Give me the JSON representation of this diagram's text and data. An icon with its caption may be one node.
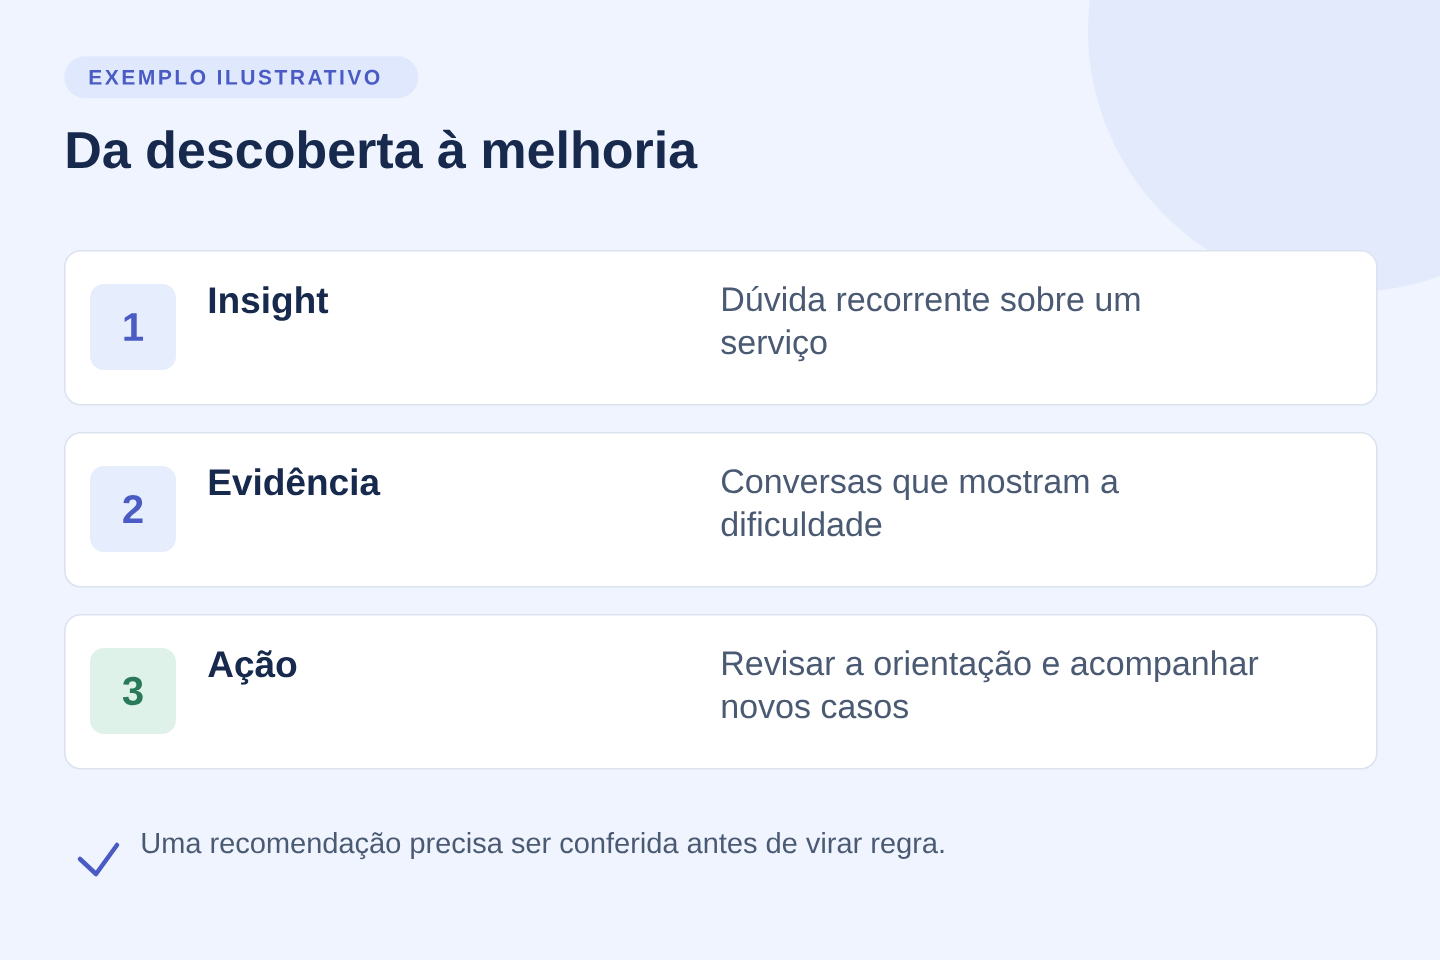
{
  "diagram": {
    "title": "Da descoberta à melhoria",
    "nodes": [
      {
        "text": [
          "EXEMPLO ILUSTRATIVO"
        ]
      },
      {
        "text": [
          "Insight",
          "Dúvida recorrente sobre um serviço"
        ]
      },
      {
        "text": [
          "1"
        ],
        "in": 1
      },
      {
        "text": [
          "Evidência",
          "Conversas que mostram a dificuldade"
        ]
      },
      {
        "text": [
          "2"
        ],
        "in": 3
      },
      {
        "text": [
          "Ação",
          "Revisar a orientação e acompanhar novos casos"
        ]
      },
      {
        "text": [
          "3"
        ],
        "in": 5
      }
    ],
    "labels": [
      "Uma recomendação precisa ser conferida antes de virar regra."
    ]
  }
}
